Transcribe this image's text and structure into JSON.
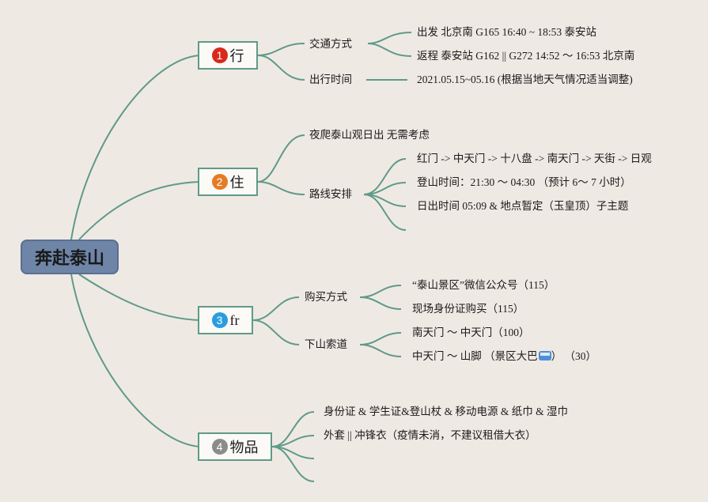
{
  "root": {
    "label": "奔赴泰山"
  },
  "branches": [
    {
      "badge": "1",
      "badge_color": "#d9291c",
      "label": "行"
    },
    {
      "badge": "2",
      "badge_color": "#e57b25",
      "label": "住"
    },
    {
      "badge": "3",
      "badge_color": "#2a9de0",
      "label": "fr"
    },
    {
      "badge": "4",
      "badge_color": "#8c8c8c",
      "label": "物品"
    }
  ],
  "nodes": {
    "b1_sub1": "交通方式",
    "b1_sub1_a": "出发 北京南 G165 16:40 ~ 18:53 泰安站",
    "b1_sub1_b": "返程 泰安站 G162 || G272 14:52 ～ 16:53 北京南",
    "b1_sub2": "出行时间",
    "b1_sub2_a": "2021.05.15~05.16 (根据当地天气情况适当调整)",
    "b2_sub1": "夜爬泰山观日出 无需考虑",
    "b2_sub2": "路线安排",
    "b2_sub2_a": "红门 -> 中天门 -> 十八盘 -> 南天门 -> 天街 -> 日观",
    "b2_sub2_b": "登山时间：21:30 ～ 04:30 （预计 6～ 7 小时）",
    "b2_sub2_c": "日出时间 05:09 & 地点暂定（玉皇顶）子主题",
    "b3_sub1": "购买方式",
    "b3_sub1_a": "“泰山景区”微信公众号（115）",
    "b3_sub1_b": "现场身份证购买（115）",
    "b3_sub2": "下山索道",
    "b3_sub2_a": "南天门 ～ 中天门（100）",
    "b3_sub2_b_pre": "中天门 ～ 山脚 （景区大巴",
    "b3_sub2_b_post": "） （30）",
    "b4_a": "身份证 & 学生证&登山杖 & 移动电源 & 纸巾 & 湿巾",
    "b4_b": "外套 || 冲锋衣（疫情未消，不建议租借大衣）"
  },
  "colors": {
    "line": "#5f9a88"
  }
}
